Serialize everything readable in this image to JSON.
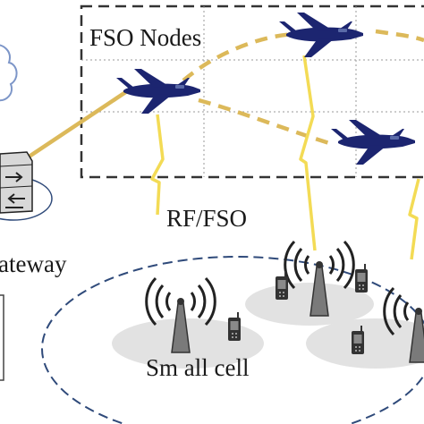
{
  "labels": {
    "fso_nodes": "FSO Nodes",
    "rf_fso": "RF/FSO",
    "gateway": "ateway",
    "small_cell": "Sm all cell"
  },
  "colors": {
    "link_gold": "#dcb95a",
    "lightning_yellow": "#f3db55",
    "aircraft_navy": "#1c2570",
    "dash_box": "#333333",
    "grid": "#9a9a9a",
    "cloud": "#7d96c8",
    "ellipse_dash": "#2f4a7a",
    "cell_fill": "#e2e2e2",
    "tower": "#7a7a7a"
  },
  "icons": [
    "aircraft-icon",
    "lightning-icon",
    "cell-tower-icon",
    "mobile-phone-icon",
    "gateway-router-icon",
    "cloud-icon"
  ]
}
